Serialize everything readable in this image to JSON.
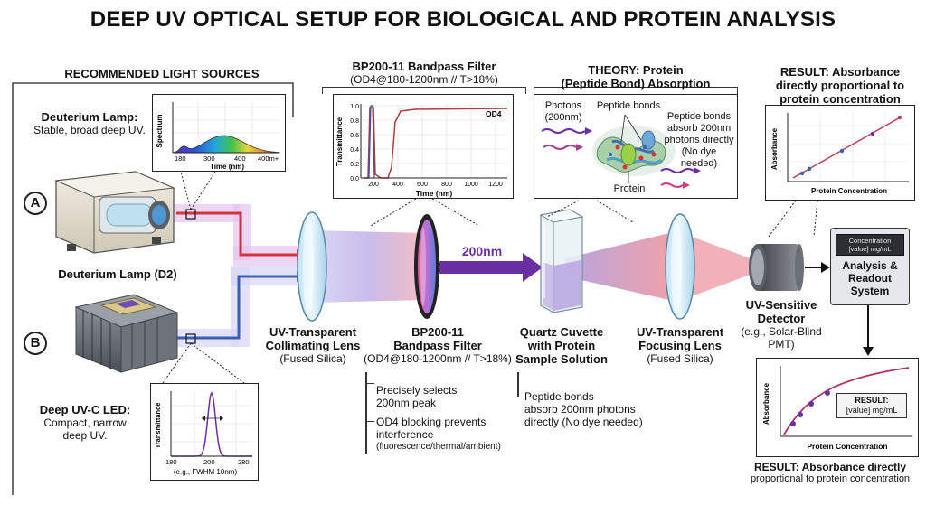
{
  "title": "DEEP UV OPTICAL SETUP FOR BIOLOGICAL AND PROTEIN ANALYSIS",
  "sources": {
    "heading": "RECOMMENDED LIGHT SOURCES",
    "deuterium": {
      "badge": "A",
      "name_bold": "Deuterium Lamp:",
      "desc": "Stable, broad deep UV.",
      "caption": "Deuterium Lamp (D2)",
      "spectrum": {
        "ylabel": "Spectrum",
        "xlabel": "Time (nm)",
        "ticks": [
          "180",
          "300",
          "400",
          "400m+"
        ]
      }
    },
    "led": {
      "badge": "B",
      "name_bold": "Deep UV-C LED:",
      "desc_1": "Compact, narrow",
      "desc_2": "deep UV.",
      "transmit": {
        "ylabel": "Transmittance",
        "ticks": [
          "180",
          "200",
          "280"
        ],
        "note": "(e.g., FWHM 10nm)"
      }
    }
  },
  "filter_graph": {
    "heading_1": "BP200-11 Bandpass Filter",
    "heading_2": "(OD4@180-1200nm // T>18%)",
    "ylabel": "Transmittance",
    "xlabel": "Time (nm)",
    "yticks": [
      "1.0",
      "0.8",
      "0.6",
      "0.4",
      "0.2",
      "0.0"
    ],
    "xticks": [
      "200",
      "400",
      "600",
      "800",
      "1000",
      "1200"
    ],
    "od_label": "OD4"
  },
  "theory": {
    "heading_1": "THEORY: Protein",
    "heading_2": "(Peptide Bond) Absorption",
    "photons_1": "Photons",
    "photons_2": "(200nm)",
    "peptide_bonds": "Peptide bonds",
    "protein": "Protein",
    "absorb_1": "Peptide bonds",
    "absorb_2": "absorb 200nm",
    "absorb_3": "photons directly",
    "absorb_4": "(No dye",
    "absorb_5": "needed)"
  },
  "result_top": {
    "heading_1": "RESULT: Absorbance",
    "heading_2": "directly proportional to",
    "heading_3": "protein concentration",
    "ylabel": "Absorbance",
    "xlabel": "Protein Concentration"
  },
  "beam_label": "200nm",
  "collimating": {
    "line1": "UV-Transparent",
    "line2": "Collimating Lens",
    "line3": "(Fused Silica)"
  },
  "bandpass": {
    "line1": "BP200-11",
    "line2": "Bandpass Filter",
    "line3": "(OD4@180-1200nm // T>18%)",
    "note1_a": "Precisely selects",
    "note1_b": "200nm peak",
    "note2_a": "OD4 blocking prevents",
    "note2_b": "interference",
    "note2_c": "(fluorescence/thermal/ambient)"
  },
  "cuvette": {
    "line1": "Quartz Cuvette",
    "line2": "with Protein",
    "line3": "Sample Solution",
    "note_a": "Peptide bonds",
    "note_b": "absorb 200nm photons",
    "note_c": "directly (No dye needed)"
  },
  "focusing": {
    "line1": "UV-Transparent",
    "line2": "Focusing Lens",
    "line3": "(Fused Silica)"
  },
  "detector": {
    "line1": "UV-Sensitive",
    "line2": "Detector",
    "line3": "(e.g., Solar-Blind PMT)"
  },
  "analysis": {
    "screen_1": "Concentration",
    "screen_2": "[value] mg/mL",
    "line1": "Analysis &",
    "line2": "Readout",
    "line3": "System"
  },
  "result_bottom": {
    "ylabel": "Absorbance",
    "xlabel": "Protein Concentration",
    "box_1": "RESULT:",
    "box_2": "[value] mg/mL",
    "caption_bold": "RESULT: Absorbance directly",
    "caption_2": "proportional to protein concentration"
  },
  "colors": {
    "beam_red": "#d8323a",
    "beam_blue": "#3a5fb5",
    "beam_purple": "#6b2fa3",
    "panel_border": "#222222"
  }
}
